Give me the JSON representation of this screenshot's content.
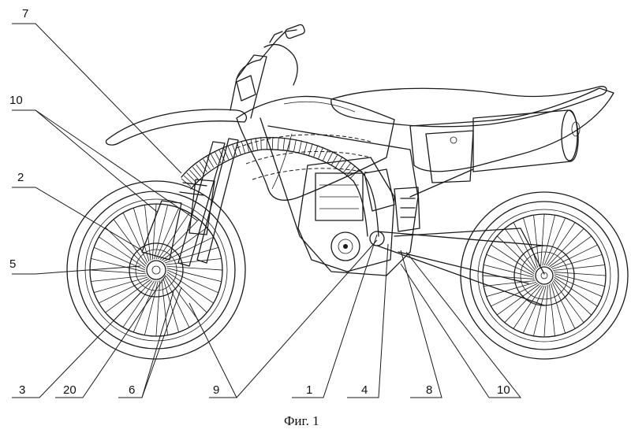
{
  "figure": {
    "caption": "Фиг. 1",
    "callouts": {
      "c7": "7",
      "c10_left": "10",
      "c2": "2",
      "c5": "5",
      "c3": "3",
      "c20": "20",
      "c6": "6",
      "c9": "9",
      "c1": "1",
      "c4": "4",
      "c8": "8",
      "c10_right": "10"
    }
  }
}
